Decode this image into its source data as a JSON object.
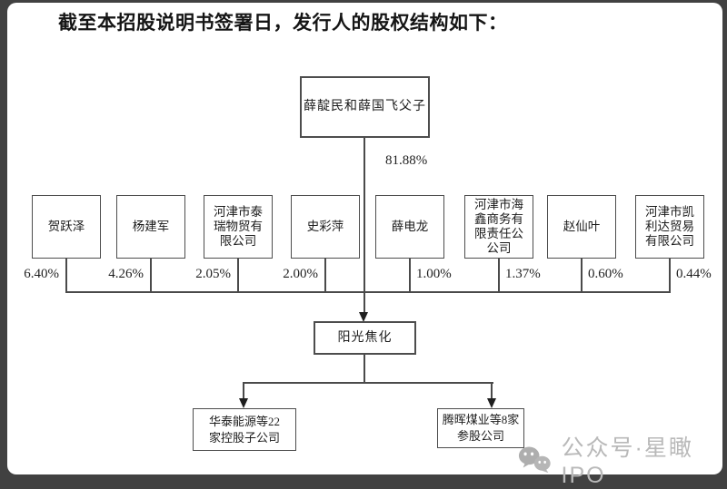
{
  "title": "截至本招股说明书签署日，发行人的股权结构如下：",
  "diagram": {
    "controller": {
      "name": "薛靛民和薛国飞父子",
      "ownership_pct": "81.88%"
    },
    "shareholders": [
      {
        "name": "贺跃泽",
        "pct": "6.40%"
      },
      {
        "name": "杨建军",
        "pct": "4.26%"
      },
      {
        "name": "河津市泰\n瑞物贸有\n限公司",
        "pct": "2.05%"
      },
      {
        "name": "史彩萍",
        "pct": "2.00%"
      },
      {
        "name": "薛电龙",
        "pct": "1.00%"
      },
      {
        "name": "河津市海\n鑫商务有\n限责任公\n公司",
        "pct": "1.37%"
      },
      {
        "name": "赵仙叶",
        "pct": "0.60%"
      },
      {
        "name": "河津市凯\n利达贸易\n有限公司",
        "pct": "0.44%"
      }
    ],
    "issuer": {
      "name": "阳光焦化"
    },
    "subsidiaries": [
      {
        "name": "华泰能源等22\n家控股子公司"
      },
      {
        "name": "腾晖煤业等8家\n参股公司"
      }
    ]
  },
  "watermark": {
    "icon": "wechat-icon",
    "text": "公众号·星瞰IPO"
  },
  "colors": {
    "frame_bg": "#414141",
    "panel_bg": "#ffffff",
    "line": "#4a4a4a",
    "text": "#1c1c1c",
    "watermark": "#b9b9b9"
  }
}
